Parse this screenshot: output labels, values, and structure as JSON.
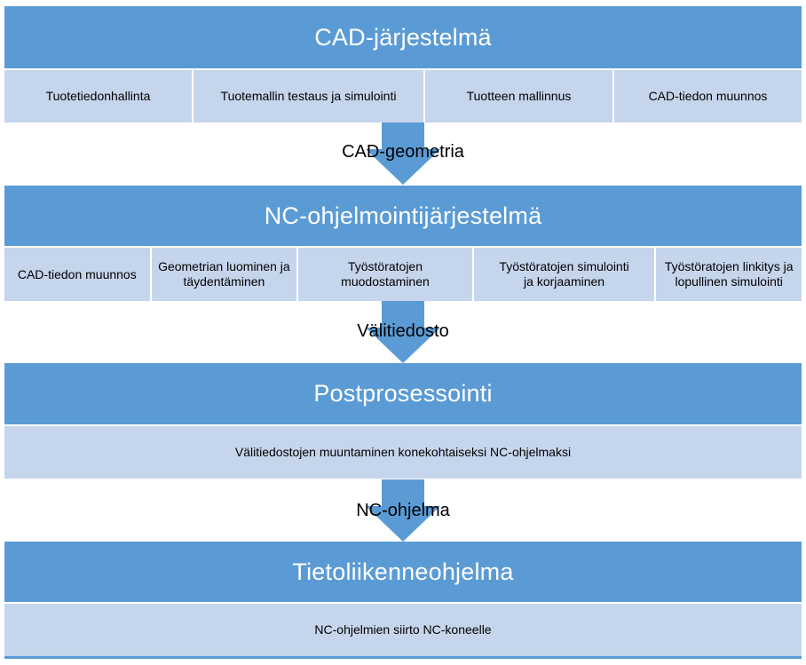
{
  "stage1": {
    "title": "CAD-järjestelmä",
    "items": [
      "Tuotetiedonhallinta",
      "Tuotemallin testaus ja simulointi",
      "Tuotteen mallinnus",
      "CAD-tiedon muunnos"
    ]
  },
  "arrow1": {
    "label": "CAD-geometria"
  },
  "stage2": {
    "title": "NC-ohjelmointijärjestelmä",
    "items": [
      "CAD-tiedon muunnos",
      "Geometrian luominen ja täydentäminen",
      "Työstöratojen muodostaminen",
      "Työstöratojen simulointi ja korjaaminen",
      "Työstöratojen linkitys ja lopullinen simulointi"
    ]
  },
  "arrow2": {
    "label": "Välitiedosto"
  },
  "stage3": {
    "title": "Postprosessointi",
    "items": [
      "Välitiedostojen muuntaminen konekohtaiseksi NC-ohjelmaksi"
    ]
  },
  "arrow3": {
    "label": "NC-ohjelma"
  },
  "stage4": {
    "title": "Tietoliikenneohjelma",
    "items": [
      "NC-ohjelmien siirto NC-koneelle"
    ]
  },
  "colors": {
    "header": "#5b9bd5",
    "row": "#c5d5ec",
    "text": "#000000"
  }
}
